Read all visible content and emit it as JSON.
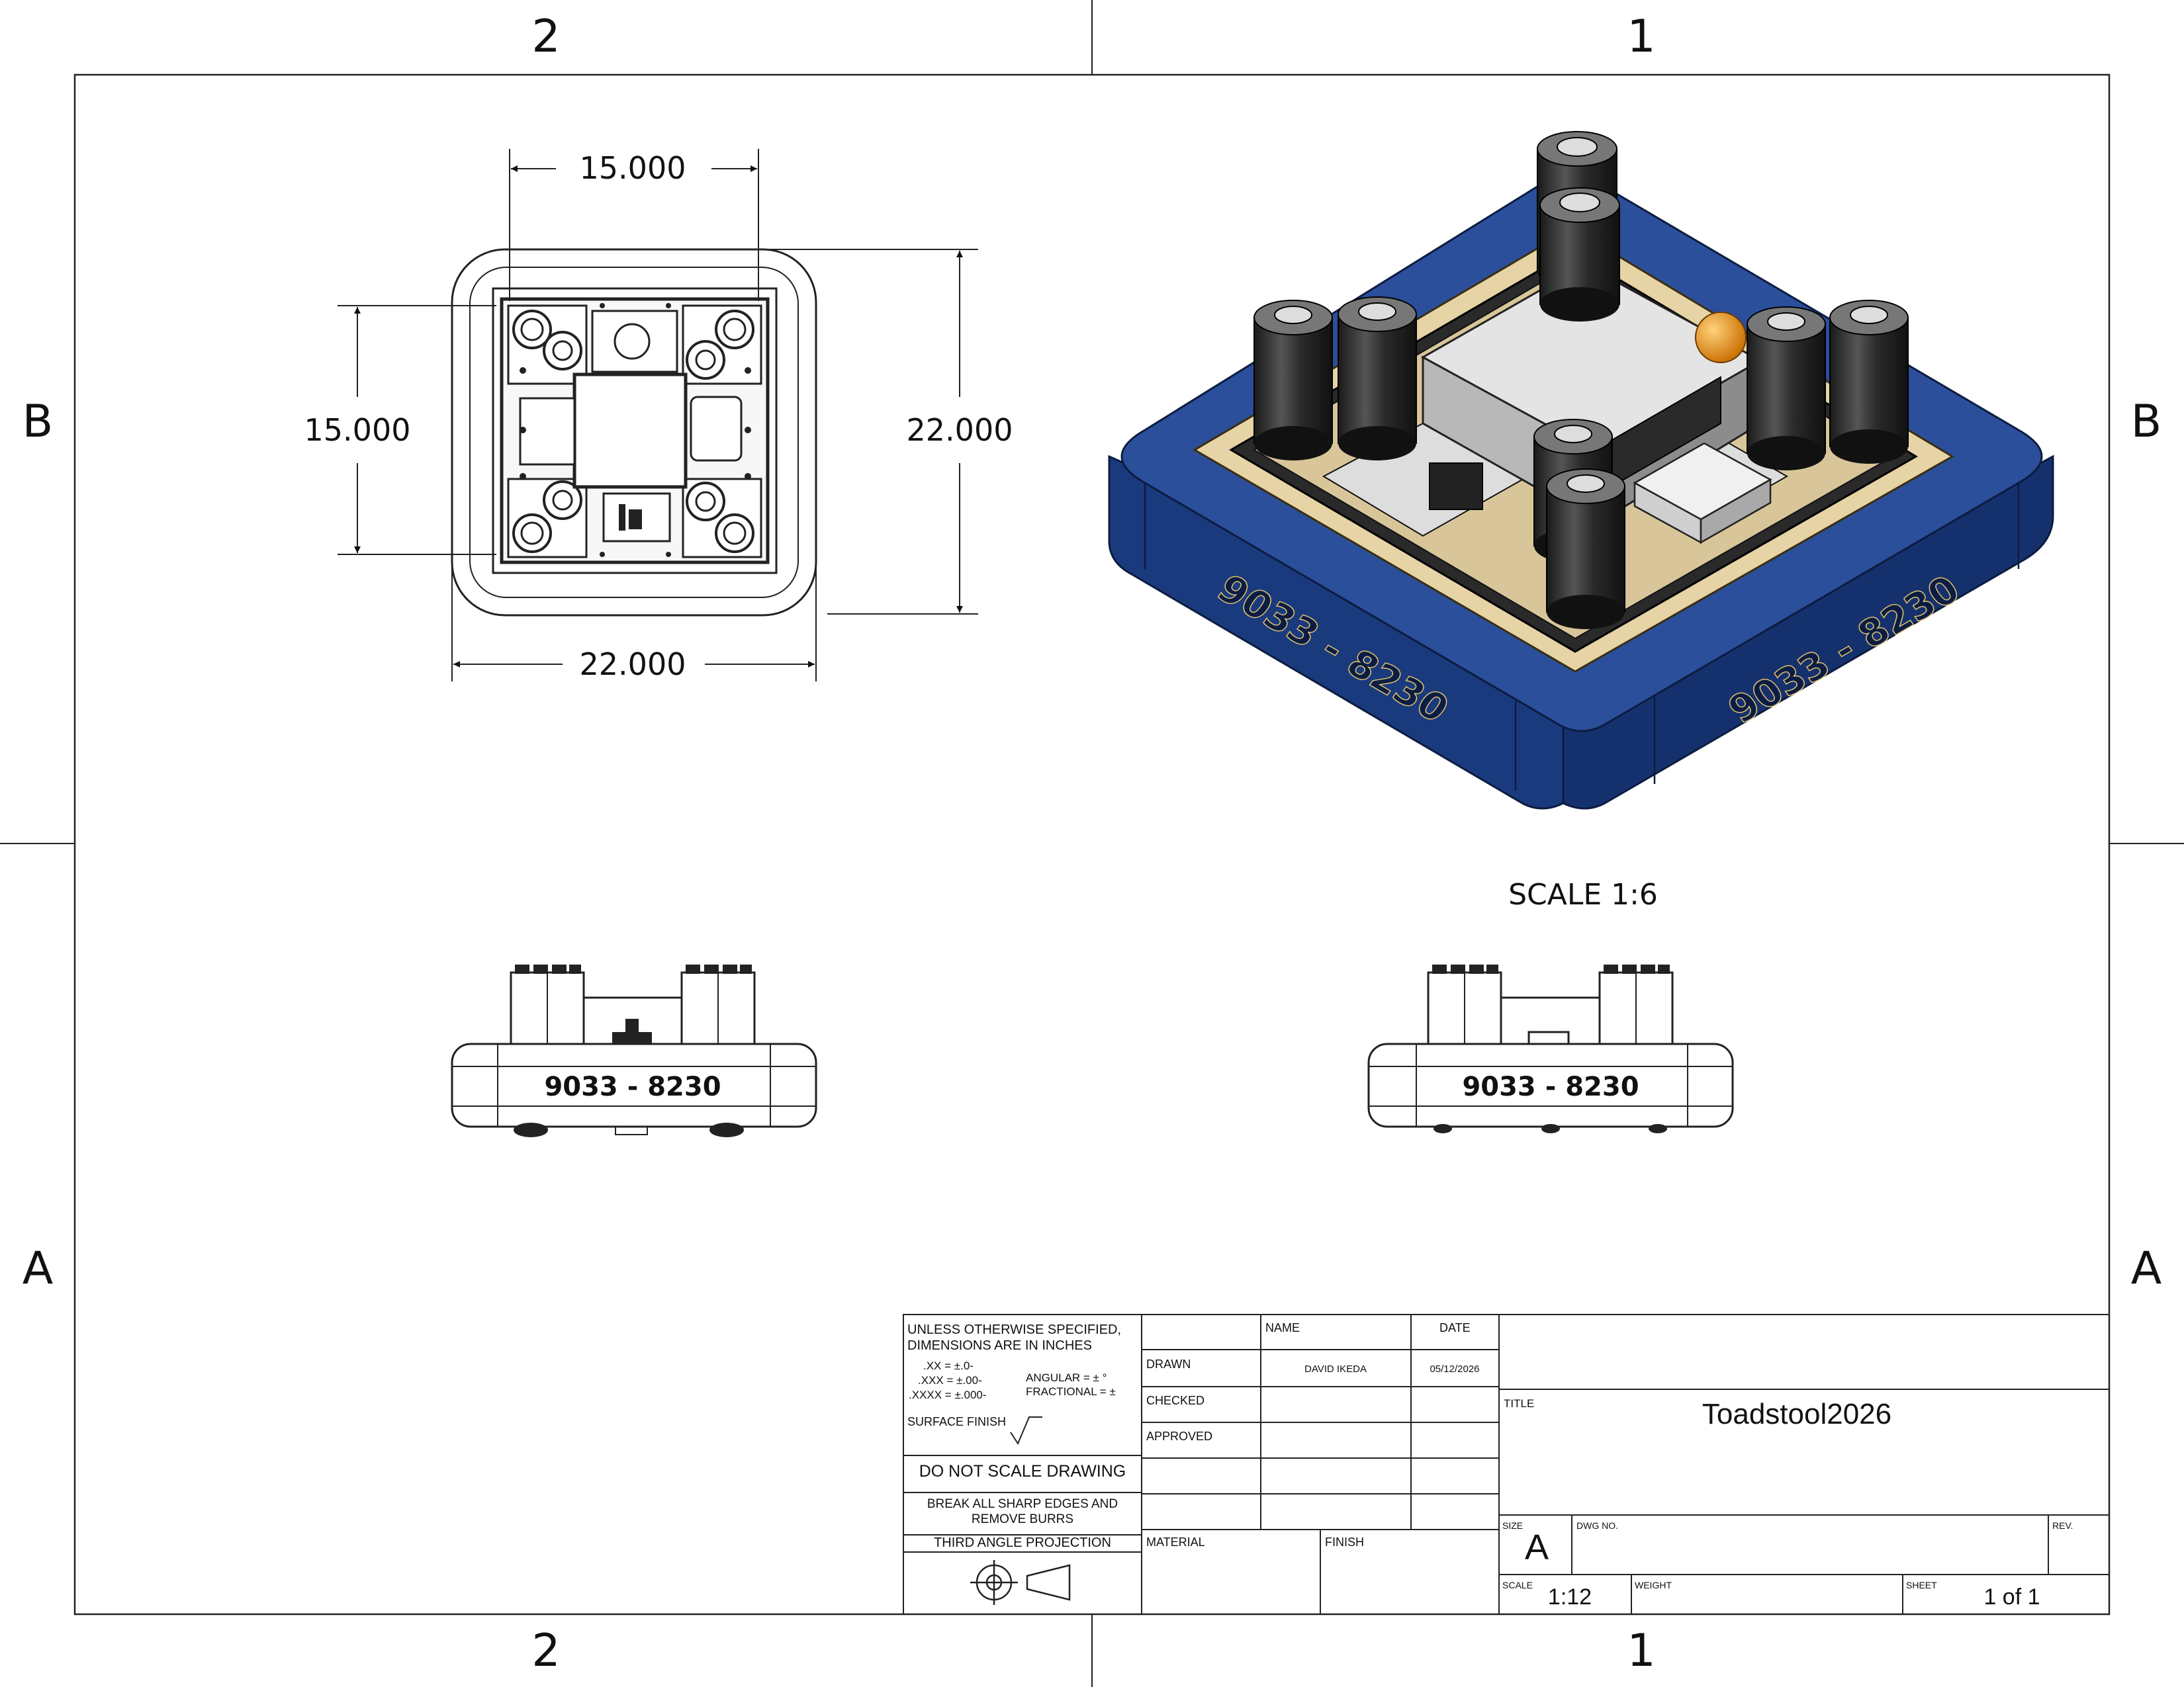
{
  "zones": {
    "columns_top": [
      "2",
      "1"
    ],
    "columns_bottom": [
      "2",
      "1"
    ],
    "rows_left": [
      "B",
      "A"
    ],
    "rows_right": [
      "B",
      "A"
    ]
  },
  "top_view": {
    "dim_inner_width": "15.000",
    "dim_inner_height": "15.000",
    "dim_outer_height": "22.000",
    "dim_outer_width": "22.000"
  },
  "iso_view": {
    "scale_label": "SCALE 1:6",
    "side_text_left": "9033 - 8230",
    "side_text_right": "9033 - 8230"
  },
  "front_view": {
    "side_text": "9033 - 8230"
  },
  "right_view": {
    "side_text": "9033 - 8230"
  },
  "title_block": {
    "notes_line1": "UNLESS OTHERWISE SPECIFIED,",
    "notes_line2": "DIMENSIONS ARE IN INCHES",
    "tol_xx": ".XX = ±.0-",
    "tol_xxx": ".XXX = ±.00-",
    "tol_xxxx": ".XXXX = ±.000-",
    "tol_angular": "ANGULAR = ± °",
    "tol_fractional": "FRACTIONAL = ±",
    "surface_finish": "SURFACE FINISH",
    "do_not_scale": "DO NOT SCALE DRAWING",
    "break_edges_1": "BREAK ALL SHARP EDGES AND",
    "break_edges_2": "REMOVE BURRS",
    "projection": "THIRD ANGLE PROJECTION",
    "hdr_name": "NAME",
    "hdr_date": "DATE",
    "drawn_label": "DRAWN",
    "drawn_name": "DAVID IKEDA",
    "drawn_date": "05/12/2026",
    "checked_label": "CHECKED",
    "approved_label": "APPROVED",
    "material_label": "MATERIAL",
    "finish_label": "FINISH",
    "title_label": "TITLE",
    "title_value": "Toadstool2026",
    "size_label": "SIZE",
    "size_value": "A",
    "dwg_no_label": "DWG NO.",
    "rev_label": "REV.",
    "scale_label": "SCALE",
    "scale_value": "1:12",
    "weight_label": "WEIGHT",
    "sheet_label": "SHEET",
    "sheet_value": "1 of 1"
  },
  "colors": {
    "bumper_blue": "#1d3f86",
    "bumper_blue_dark": "#102a5e",
    "deck_tan": "#e6d3a6",
    "motor_black": "#2a2a2a",
    "battery_gray": "#cfcfcf",
    "indicator_orange": "#f0a020"
  }
}
